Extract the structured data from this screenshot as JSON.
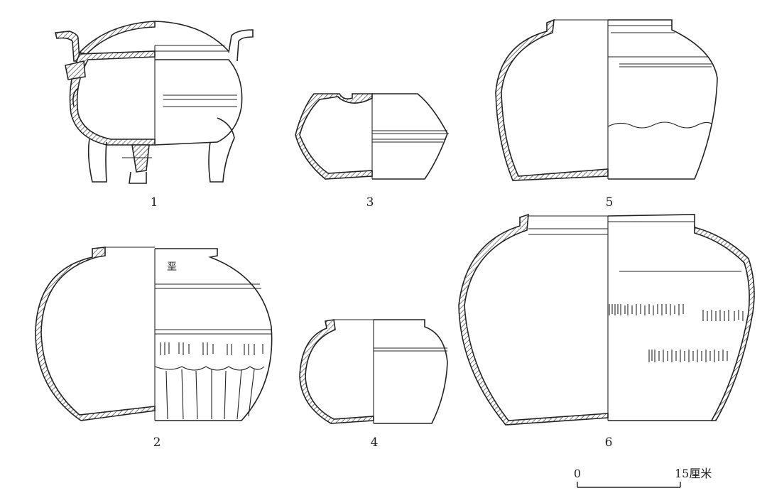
{
  "figure": {
    "vessels": [
      {
        "id": "1",
        "label": "1"
      },
      {
        "id": "2",
        "label": "2"
      },
      {
        "id": "3",
        "label": "3"
      },
      {
        "id": "4",
        "label": "4"
      },
      {
        "id": "5",
        "label": "5"
      },
      {
        "id": "6",
        "label": "6"
      }
    ],
    "fragment_mark": "垩",
    "scale_bar": {
      "start": "0",
      "end": "15厘米"
    }
  }
}
